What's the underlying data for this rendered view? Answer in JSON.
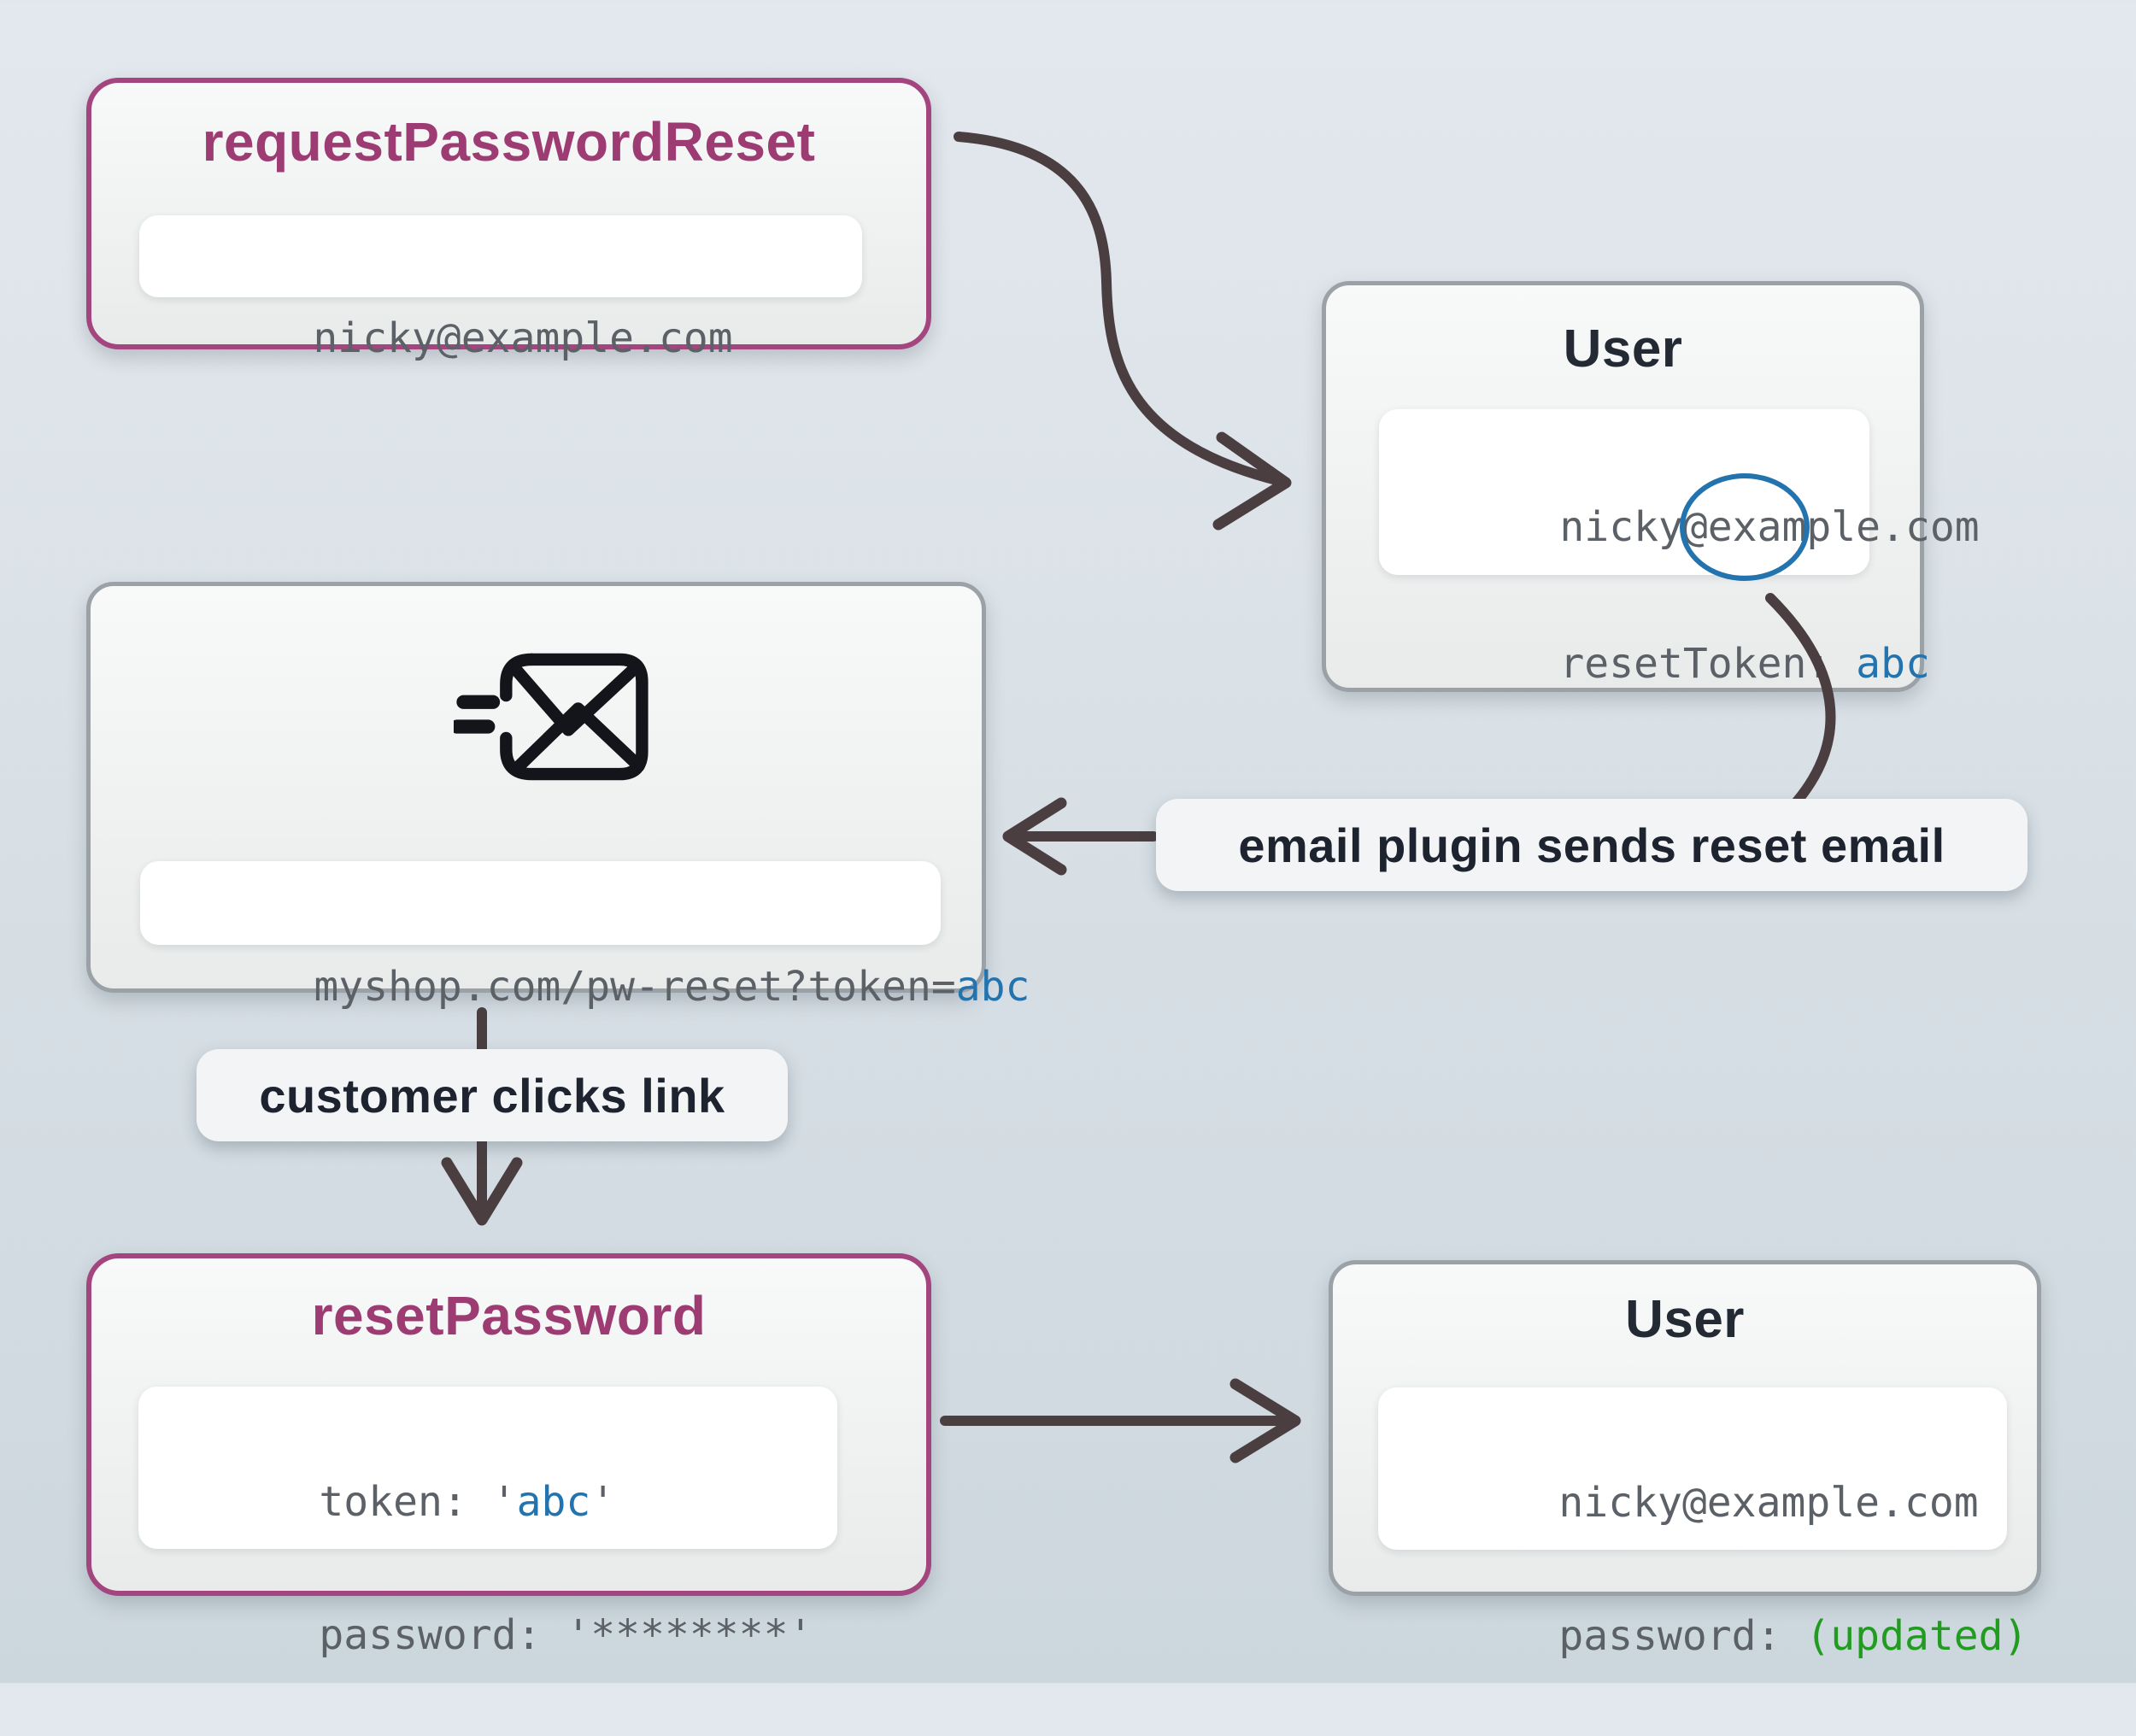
{
  "colors": {
    "bg_top": "#e3e8ee",
    "bg_bottom": "#ccd7dd",
    "purple_border": "#a3457e",
    "purple_text": "#9d3c73",
    "gray_border": "#9aa1a7",
    "dark_text": "#232a34",
    "mono_gray": "#5b6166",
    "token_blue": "#2273ae",
    "updated_green": "#219c21",
    "arrow": "#4a3e41",
    "label_text": "#1d2430"
  },
  "nodes": {
    "request_password_reset": {
      "title": "requestPasswordReset",
      "email": "nicky@example.com"
    },
    "user_top": {
      "title": "User",
      "email": "nicky@example.com",
      "token_label": "resetToken: ",
      "token_value": "abc"
    },
    "email_message": {
      "icon": "mail-send-icon",
      "url_prefix": "myshop.com/pw-reset?token=",
      "url_token": "abc"
    },
    "reset_password": {
      "title": "resetPassword",
      "token_prefix": "token: '",
      "token_value": "abc",
      "token_suffix": "'",
      "password_line": "password: '********'"
    },
    "user_bottom": {
      "title": "User",
      "email": "nicky@example.com",
      "password_label": "password: ",
      "password_value": "(updated)"
    }
  },
  "annotations": {
    "email_plugin": "email plugin sends reset email",
    "customer_clicks": "customer clicks link"
  }
}
